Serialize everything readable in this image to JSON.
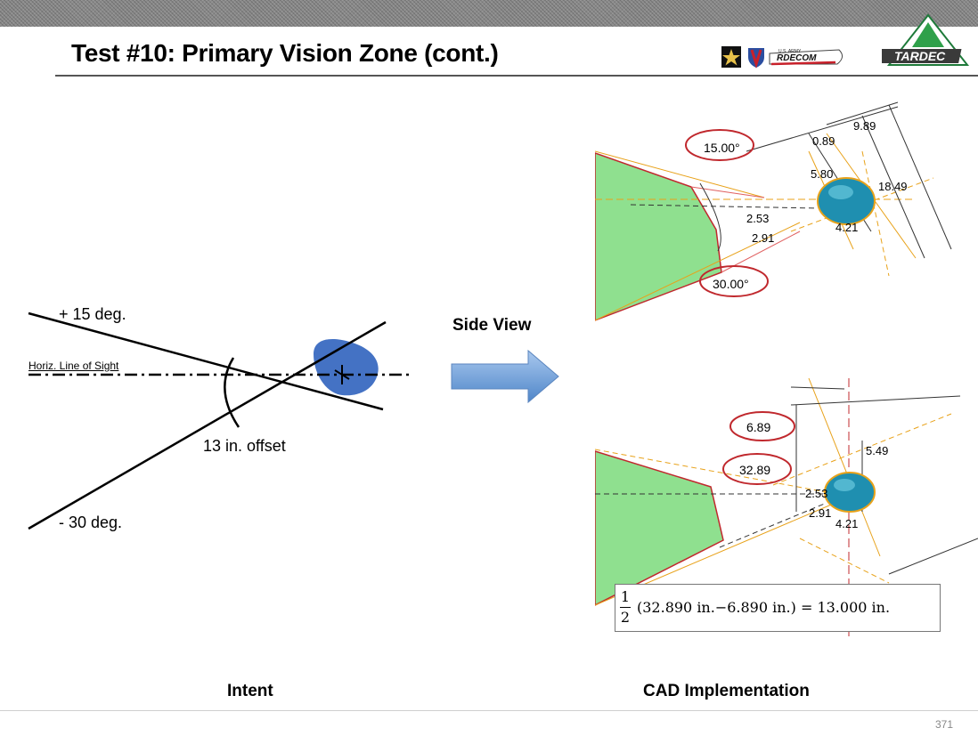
{
  "slide": {
    "title": "Test #10: Primary Vision Zone (cont.)",
    "page_number": "371"
  },
  "logos": {
    "army_star": "star-logo-icon",
    "shield": "shield-logo-icon",
    "rdecom_line1": "U.S. ARMY",
    "rdecom_line2": "RDECOM",
    "tardec": "TARDEC"
  },
  "intent": {
    "label_plus": "+ 15 deg.",
    "label_horiz": "Horiz. Line of Sight",
    "label_offset": "13 in. offset",
    "label_minus": "- 30 deg.",
    "caption": "Intent"
  },
  "arrow": {
    "label": "Side View",
    "color": "#6fa0d8"
  },
  "cad": {
    "caption": "CAD Implementation",
    "top": {
      "angle_upper": "15.00°",
      "angle_lower": "30.00°",
      "dims": [
        "9.89",
        "0.89",
        "5.80",
        "18.49",
        "2.53",
        "2.91",
        "4.21"
      ]
    },
    "bottom": {
      "dim_a": "6.89",
      "dim_b": "32.89",
      "dims": [
        "5.49",
        "2.53",
        "2.91",
        "4.21"
      ]
    },
    "formula": {
      "numerator": "1",
      "denominator": "2",
      "expression": "(32.890 in.−6.890 in.) = 13.000 in."
    },
    "colors": {
      "green": "#8fe08f",
      "eye": "#1f8fb0",
      "dim_orange": "#e8a21a",
      "red": "#c0282d"
    }
  }
}
